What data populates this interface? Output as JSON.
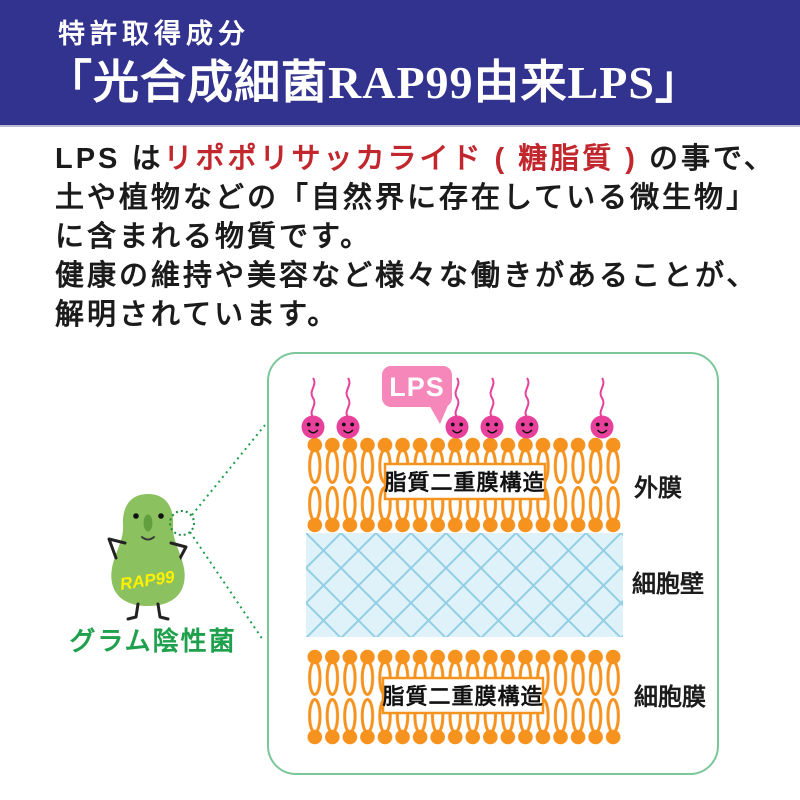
{
  "header": {
    "eyebrow": "特許取得成分",
    "title": "「光合成細菌RAP99由来LPS」"
  },
  "intro": {
    "line1_black_start": "LPS は",
    "line1_red": "リポポリサッカライド ( 糖脂質 )",
    "line1_black_end": " の事で、",
    "line2": "土や植物などの「自然界に存在している微生物」",
    "line3": "に含まれる物質です。",
    "line4": "健康の維持や美容など様々な働きがあることが、",
    "line5": "解明されています。"
  },
  "character": {
    "name": "RAP99",
    "caption": "グラム陰性菌"
  },
  "diagram": {
    "lps_label": "LPS",
    "bilayer_label": "脂質二重膜構造",
    "outer_membrane": "外膜",
    "cell_wall": "細胞壁",
    "cell_membrane": "細胞膜"
  },
  "colors": {
    "header_bg": "#32328F",
    "accent_red": "#C1272D",
    "lipid_orange": "#F6921E",
    "lps_pink": "#E8419B",
    "bubble_pink": "#F687BA",
    "wall_blue_bg": "#DFF1F9",
    "wall_blue_line": "#92CFE4",
    "character_green": "#8CC15F",
    "character_nose_green": "#619E3E",
    "label_green": "#1EA04C",
    "border_green": "#7CC79A",
    "dotted_green": "#1E8A44",
    "rap99_yellow": "#FFF100"
  }
}
